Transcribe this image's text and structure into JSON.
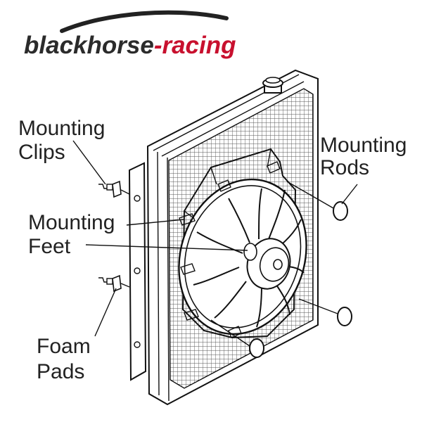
{
  "brand": {
    "name_part1": "blackhorse",
    "name_separator": "-",
    "name_part2": "racing",
    "color_dark": "#2b2b2b",
    "color_accent": "#c8102e"
  },
  "labels": {
    "mounting_clips": [
      "Mounting",
      "Clips"
    ],
    "mounting_rods": [
      "Mounting",
      "Rods"
    ],
    "mounting_feet": [
      "Mounting",
      "Feet"
    ],
    "foam_pads": [
      "Foam",
      "Pads"
    ]
  }
}
